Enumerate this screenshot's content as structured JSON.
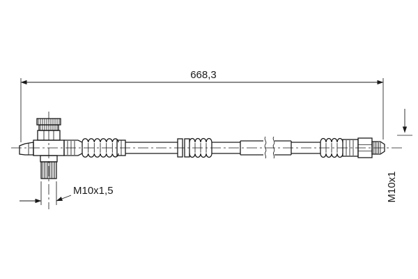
{
  "drawing": {
    "labels": {
      "overall_length": "668,3",
      "left_thread": "M10x1,5",
      "right_thread": "M10x1"
    },
    "colors": {
      "line": "#1a1a1a",
      "background": "#ffffff"
    }
  }
}
